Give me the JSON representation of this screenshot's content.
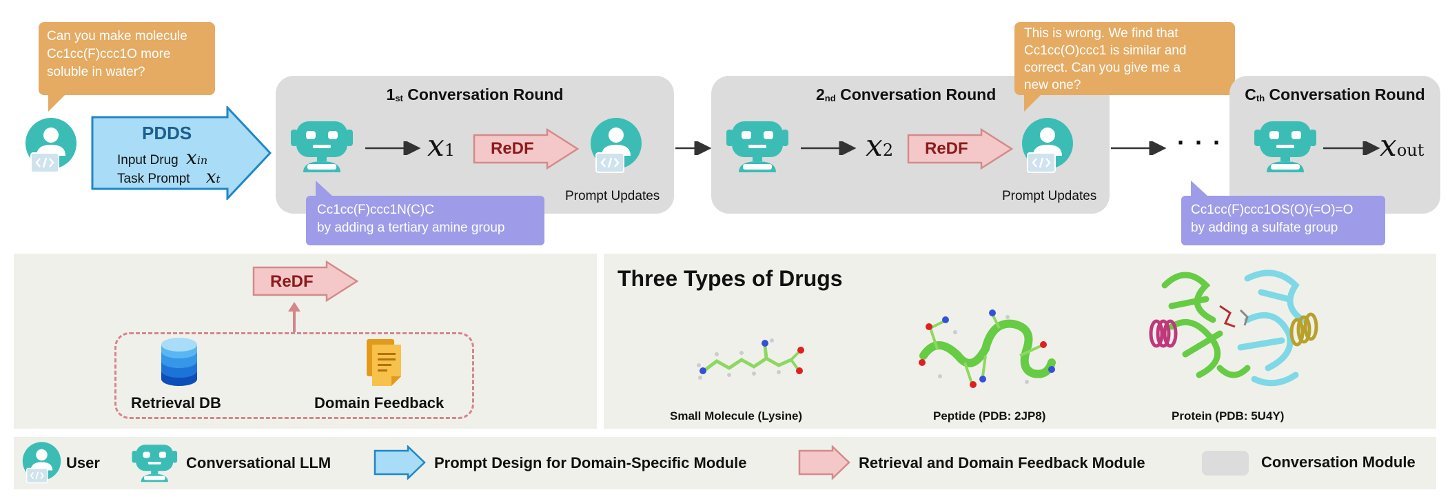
{
  "rounds": [
    {
      "title_prefix": "1",
      "title_sub": "st",
      "title_suffix": " Conversation Round",
      "output_var": "x",
      "output_sub": "1",
      "update_label": "Prompt Updates",
      "llm_response": [
        "Cc1cc(F)ccc1N(C)C",
        "by adding a tertiary amine group"
      ]
    },
    {
      "title_prefix": "2",
      "title_sub": "nd",
      "title_suffix": " Conversation Round",
      "output_var": "x",
      "output_sub": "2",
      "update_label": "Prompt Updates"
    },
    {
      "title_prefix": "C",
      "title_sub": "th",
      "title_suffix": " Conversation Round",
      "output_var": "x",
      "output_sub": "out",
      "llm_response": [
        "Cc1cc(F)ccc1OS(O)(=O)=O",
        "by adding a sulfate group"
      ]
    }
  ],
  "user_query": [
    "Can you make molecule",
    "Cc1cc(F)ccc1O more",
    "soluble in water?"
  ],
  "user_feedback": [
    "This is wrong. We find that",
    "Cc1cc(O)ccc1 is similar and",
    "correct. Can you give me a",
    "new one?"
  ],
  "pdds": {
    "title": "PDDS",
    "input_drug_label": "Input Drug",
    "input_drug_var": "x",
    "input_drug_sub": "in",
    "task_prompt_label": "Task Prompt",
    "task_prompt_var": "x",
    "task_prompt_sub": "t"
  },
  "redf_label": "ReDF",
  "ellipsis": "· · ·",
  "retrieval": {
    "db_label": "Retrieval DB",
    "feedback_label": "Domain Feedback"
  },
  "drugs": {
    "title": "Three Types of Drugs",
    "items": [
      "Small Molecule (Lysine)",
      "Peptide (PDB: 2JP8)",
      "Protein (PDB: 5U4Y)"
    ]
  },
  "legend": {
    "user": "User",
    "llm": "Conversational LLM",
    "pdds": "Prompt Design for Domain-Specific Module",
    "redf": "Retrieval and Domain Feedback Module",
    "conversation": "Conversation Module"
  },
  "colors": {
    "teal": "#3bbdb6",
    "pdds_fill": "#a9dcf6",
    "pdds_stroke": "#1f86c6",
    "redf_fill": "#f4c8c8",
    "redf_stroke": "#d48a8a",
    "redf_text": "#8b1a1a",
    "round_bg": "#dcdcdc",
    "user_bubble": "#e5ab63",
    "llm_bubble": "#9e9ce8",
    "panel_bg": "#f0f0eb"
  }
}
